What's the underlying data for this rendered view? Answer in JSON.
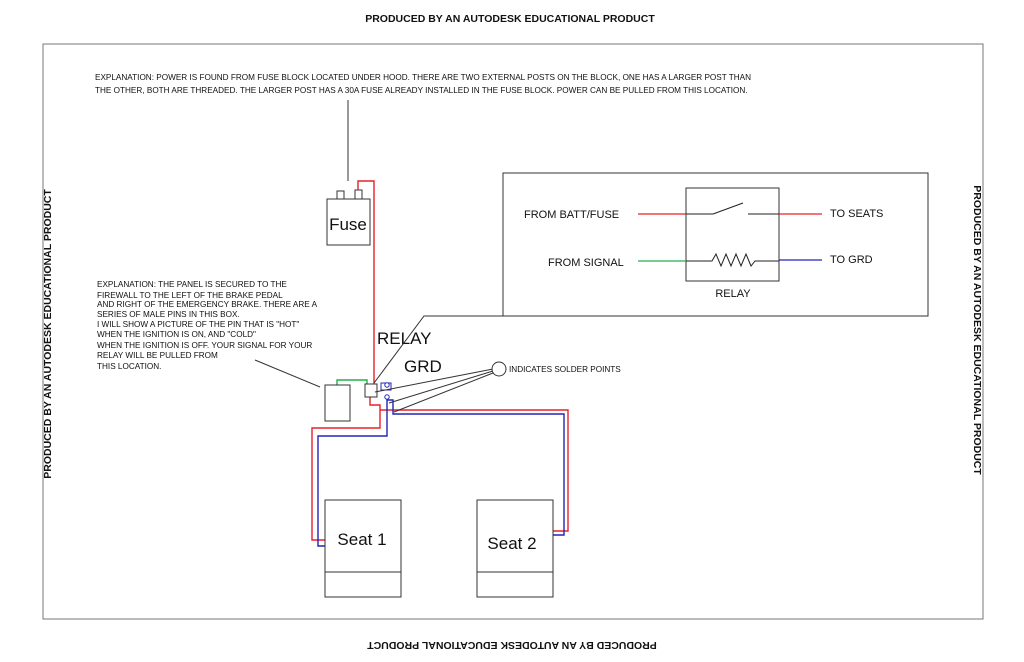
{
  "watermark": "PRODUCED BY AN AUTODESK EDUCATIONAL PRODUCT",
  "notes": {
    "power": [
      "EXPLANATION: POWER IS FOUND FROM FUSE BLOCK LOCATED UNDER HOOD. THERE ARE TWO EXTERNAL POSTS ON THE BLOCK, ONE HAS A LARGER POST THAN",
      "THE OTHER, BOTH ARE THREADED. THE LARGER POST HAS A 30A FUSE ALREADY INSTALLED IN THE FUSE BLOCK. POWER CAN BE PULLED FROM THIS LOCATION."
    ],
    "panel": [
      "EXPLANATION: THE PANEL IS SECURED TO THE",
      "FIREWALL TO THE LEFT OF THE BRAKE PEDAL",
      "AND RIGHT OF THE EMERGENCY BRAKE. THERE ARE A",
      "SERIES OF MALE PINS IN THIS BOX.",
      "I WILL SHOW A PICTURE OF THE PIN THAT IS \"HOT\"",
      "WHEN THE IGNITION IS ON, AND \"COLD\"",
      "WHEN THE IGNITION IS OFF. YOUR SIGNAL FOR YOUR",
      "RELAY WILL BE PULLED FROM",
      "THIS LOCATION."
    ]
  },
  "labels": {
    "fuse": "Fuse",
    "relay": "RELAY",
    "grd": "GRD",
    "solder": "INDICATES SOLDER POINTS",
    "seat1": "Seat 1",
    "seat2": "Seat 2"
  },
  "legend": {
    "from_batt": "FROM  BATT/FUSE",
    "from_signal": "FROM  SIGNAL",
    "to_seats": "TO    SEATS",
    "to_grd": "TO    GRD",
    "relay": "RELAY"
  },
  "colors": {
    "power": "#e8202a",
    "ground": "#2323b8",
    "signal": "#22b14c",
    "line": "#333333"
  }
}
